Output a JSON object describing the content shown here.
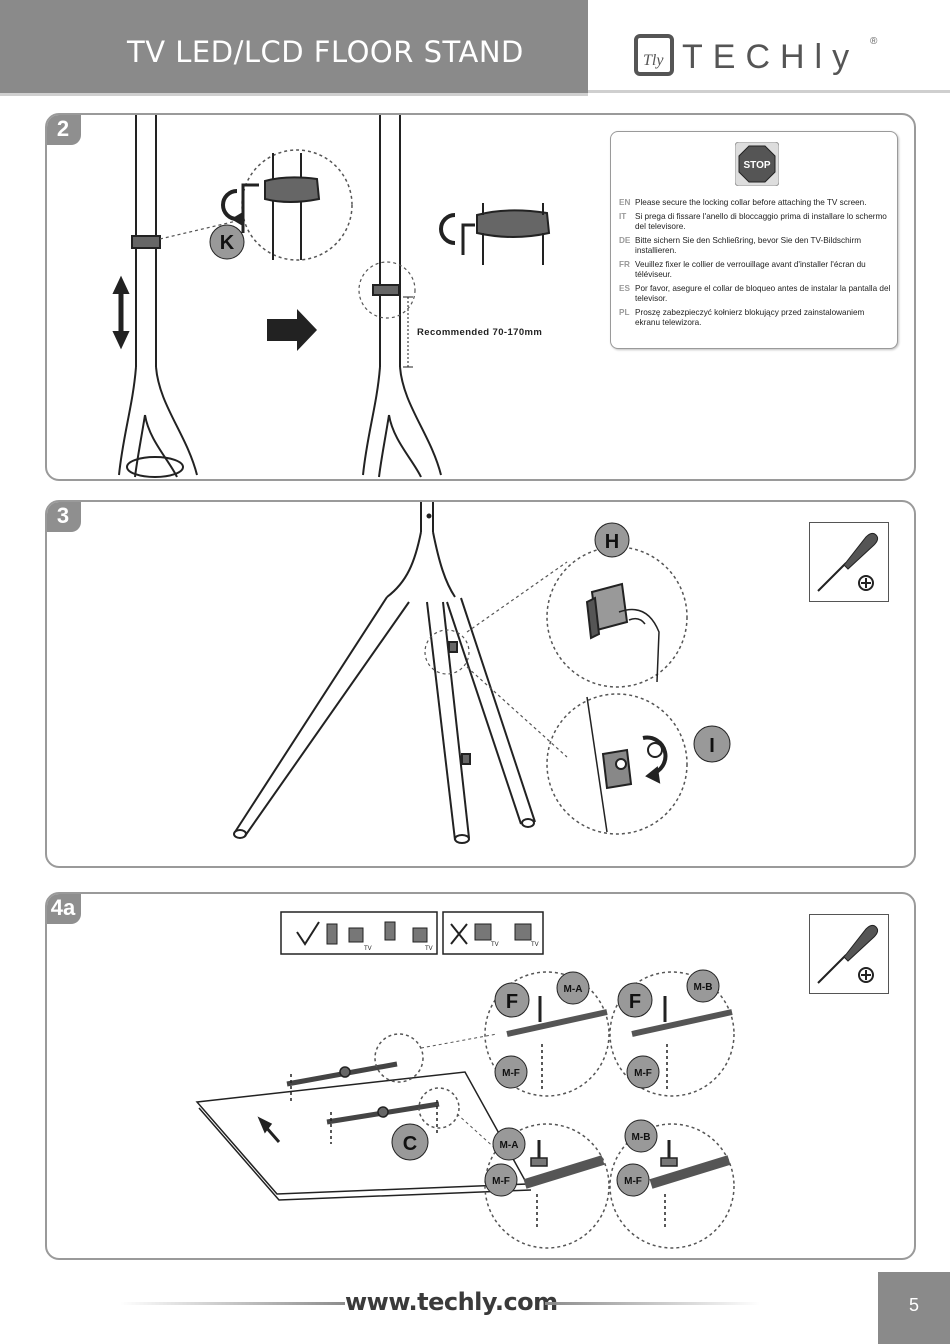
{
  "header": {
    "title": "TV LED/LCD FLOOR STAND",
    "brand": "TECHly",
    "brand_mark": "Tly",
    "registered": "®"
  },
  "steps": {
    "step2": {
      "number": "2",
      "callout_k": "K",
      "recommended": "Recommended 70-170mm",
      "stop_label": "STOP",
      "notes": [
        {
          "lang": "EN",
          "text": "Please secure the locking collar before attaching the TV screen."
        },
        {
          "lang": "IT",
          "text": "Si prega di fissare l'anello di bloccaggio prima di installare lo schermo del televisore."
        },
        {
          "lang": "DE",
          "text": "Bitte sichern Sie den Schließring, bevor Sie den TV-Bildschirm installieren."
        },
        {
          "lang": "FR",
          "text": "Veuillez fixer le collier de verrouillage avant d'installer l'écran du téléviseur."
        },
        {
          "lang": "ES",
          "text": "Por favor, asegure el collar de bloqueo antes de instalar la pantalla del televisor."
        },
        {
          "lang": "PL",
          "text": "Proszę zabezpieczyć kołnierz blokujący przed zainstalowaniem ekranu telewizora."
        }
      ]
    },
    "step3": {
      "number": "3",
      "callout_h": "H",
      "callout_i": "I"
    },
    "step4a": {
      "number": "4a",
      "tv_tag": "TV",
      "callouts": {
        "f": "F",
        "ma": "M-A",
        "mb": "M-B",
        "mf": "M-F",
        "c": "C"
      }
    }
  },
  "footer": {
    "url": "www.techly.com",
    "page": "5"
  }
}
